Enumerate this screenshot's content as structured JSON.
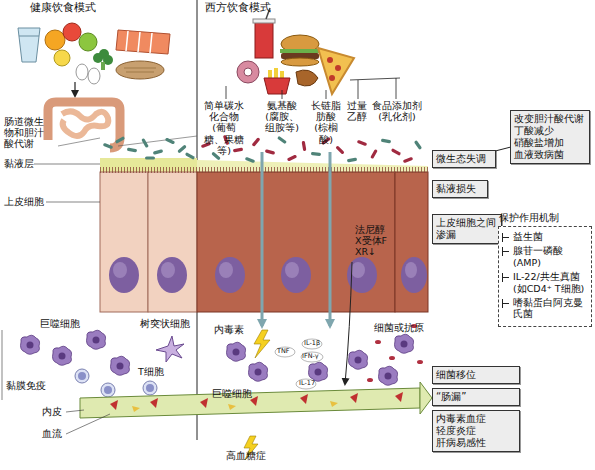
{
  "diagram": {
    "nodes": [
      {
        "text": [
          "改变胆汁酸代谢",
          "丁酸减少",
          "硝酸盐增加",
          "血液致病菌"
        ]
      },
      {
        "text": [
          "微生态失调"
        ]
      },
      {
        "text": [
          "黏液损失"
        ]
      },
      {
        "text": [
          "上皮细胞之间渗漏"
        ]
      },
      {
        "text": [
          "保护作用机制",
          "益生菌",
          "腺苷一磷酸(AMP)",
          "IL-22/共生真菌(如CD4⁺ T细胞)",
          "嗜黏蛋白阿克曼氏菌"
        ]
      },
      {
        "text": [
          "细菌移位"
        ]
      },
      {
        "text": [
          "“肠漏”"
        ]
      },
      {
        "text": [
          "内毒素血症",
          "轻度炎症",
          "肝病易感性"
        ]
      }
    ],
    "edges": [
      {
        "from": 1,
        "to": 0,
        "arrow": "none"
      }
    ],
    "labels": [
      "健康饮食模式",
      "西方饮食模式",
      "简单碳水化合物(葡萄糖、果糖等)",
      "氨基酸(腐胺、组胺等)",
      "长链脂肪酸(棕榈酸)",
      "过量乙醇",
      "食品添加剂(乳化剂)",
      "肠道微生物和胆汁酸代谢",
      "黏液层",
      "上皮细胞",
      "巨噬细胞",
      "树突状细胞",
      "T细胞",
      "黏膜免疫",
      "内皮",
      "血流",
      "内毒素",
      "TNF",
      "IL-1β",
      "IFN-γ",
      "IL-17",
      "巨噬细胞",
      "法尼醇X受体FXR↓",
      "细菌或抗原",
      "高血糖症"
    ]
  }
}
